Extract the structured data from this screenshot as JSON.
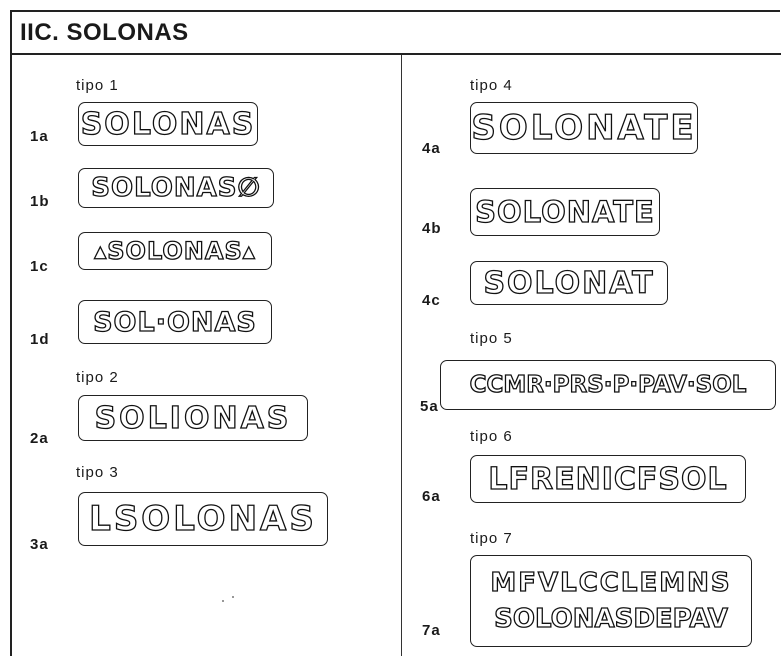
{
  "title": "IIC. SOLONAS",
  "left_column": [
    {
      "kind": "tipo",
      "text": "tipo 1"
    },
    {
      "kind": "stamp",
      "code": "1a",
      "lines": [
        "SOLONAS"
      ]
    },
    {
      "kind": "stamp",
      "code": "1b",
      "lines": [
        "SOLONAS∅"
      ]
    },
    {
      "kind": "stamp",
      "code": "1c",
      "lines": [
        "▴SOLONAS▴"
      ]
    },
    {
      "kind": "stamp",
      "code": "1d",
      "lines": [
        "SOL·ONAS"
      ]
    },
    {
      "kind": "tipo",
      "text": "tipo 2"
    },
    {
      "kind": "stamp",
      "code": "2a",
      "lines": [
        "SOLIONAS"
      ]
    },
    {
      "kind": "tipo",
      "text": "tipo 3"
    },
    {
      "kind": "stamp",
      "code": "3a",
      "lines": [
        "LSOLONAS"
      ]
    }
  ],
  "right_column": [
    {
      "kind": "tipo",
      "text": "tipo 4"
    },
    {
      "kind": "stamp",
      "code": "4a",
      "lines": [
        "SOLONATE"
      ]
    },
    {
      "kind": "stamp",
      "code": "4b",
      "lines": [
        "SOLONATE"
      ]
    },
    {
      "kind": "stamp",
      "code": "4c",
      "lines": [
        "SOLONAT"
      ]
    },
    {
      "kind": "tipo",
      "text": "tipo 5"
    },
    {
      "kind": "stamp",
      "code": "5a",
      "lines": [
        "CCMR·PRS·P·PAV·SOL"
      ]
    },
    {
      "kind": "tipo",
      "text": "tipo 6"
    },
    {
      "kind": "stamp",
      "code": "6a",
      "lines": [
        "LFRENICFSOL"
      ]
    },
    {
      "kind": "tipo",
      "text": "tipo 7"
    },
    {
      "kind": "stamp",
      "code": "7a",
      "lines": [
        "MFVLCCLEMNS",
        "SOLONASDEPAV"
      ]
    }
  ]
}
